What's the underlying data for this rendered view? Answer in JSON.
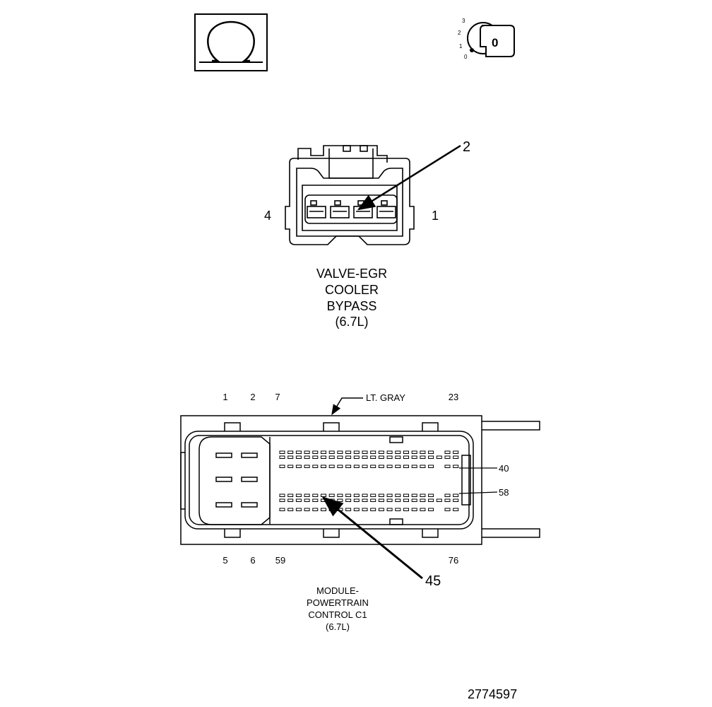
{
  "header": {
    "ignition_key": {
      "scale": [
        "3",
        "2",
        "1",
        "0"
      ],
      "position": "0"
    }
  },
  "egr_connector": {
    "callout_pin": "2",
    "end_left": "4",
    "end_right": "1",
    "label_lines": [
      "VALVE-EGR",
      "COOLER",
      "BYPASS",
      "(6.7L)"
    ]
  },
  "pcm_connector": {
    "top_labels": [
      "1",
      "2",
      "7",
      "23"
    ],
    "color_label": "LT. GRAY",
    "side_labels": [
      "40",
      "58"
    ],
    "bottom_labels": [
      "5",
      "6",
      "59",
      "76"
    ],
    "callout_pin": "45",
    "label_lines": [
      "MODULE-",
      "POWERTRAIN",
      "CONTROL C1",
      "(6.7L)"
    ]
  },
  "figure_id": "2774597",
  "colors": {
    "line": "#000000",
    "background": "#ffffff"
  },
  "icons": [
    "ohm-symbol-icon",
    "ignition-key-icon"
  ]
}
